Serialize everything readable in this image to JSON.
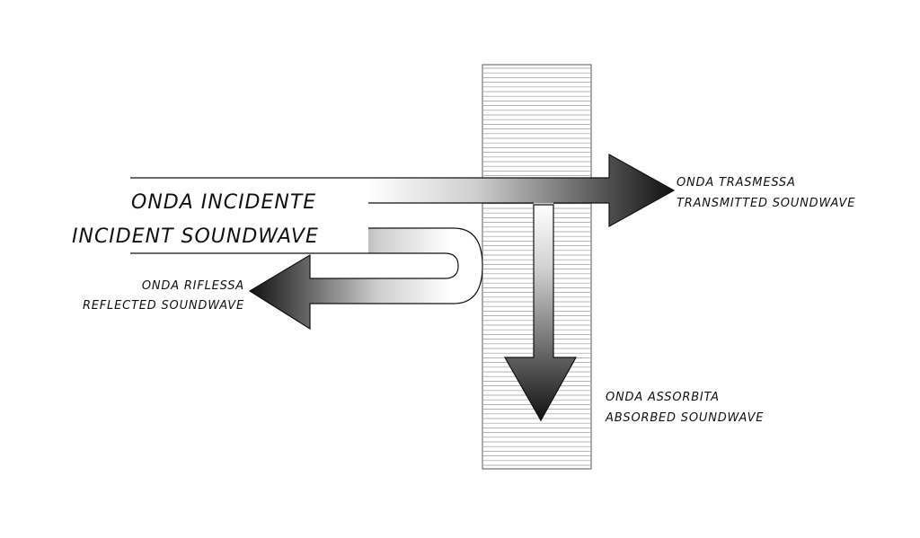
{
  "incident": {
    "line1": "ONDA INCIDENTE",
    "line2": "INCIDENT SOUNDWAVE"
  },
  "reflected": {
    "line1": "ONDA RIFLESSA",
    "line2": "REFLECTED SOUNDWAVE"
  },
  "transmitted": {
    "line1": "ONDA TRASMESSA",
    "line2": "TRANSMITTED SOUNDWAVE"
  },
  "absorbed": {
    "line1": "ONDA ASSORBITA",
    "line2": "ABSORBED SOUNDWAVE"
  },
  "colors": {
    "stroke": "#111111",
    "gradient_dark": "#111111",
    "gradient_light": "#ffffff",
    "wall_lines": "#9a9a9a"
  }
}
